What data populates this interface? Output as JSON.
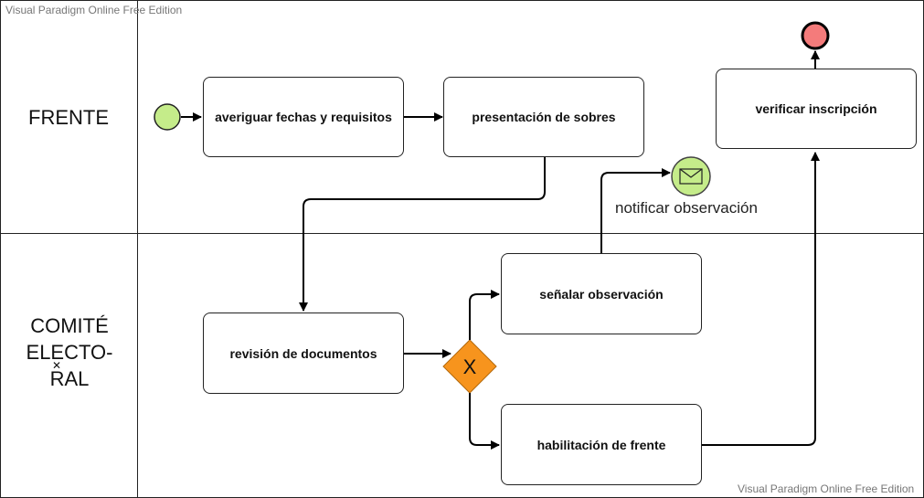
{
  "watermark": "Visual Paradigm Online Free Edition",
  "lanes": [
    {
      "label_lines": [
        "FRENTE"
      ]
    },
    {
      "label_lines": [
        "COMITÉ",
        "ELECTO-",
        "RAL"
      ]
    }
  ],
  "tasks": {
    "averiguar": "averiguar fechas y requisitos",
    "presentacion": "presentación de sobres",
    "verificar": "verificar inscripción",
    "revision": "revisión de documentos",
    "senalar": "señalar observación",
    "habilitacion": "habilitación de frente"
  },
  "gateway": {
    "symbol": "X"
  },
  "message_event": {
    "label": "notificar observación"
  },
  "colors": {
    "start_event": "#c5ec8a",
    "end_event": "#f47b7b",
    "gateway": "#f7941d",
    "message_event": "#c5ec8a",
    "line": "#000000"
  }
}
